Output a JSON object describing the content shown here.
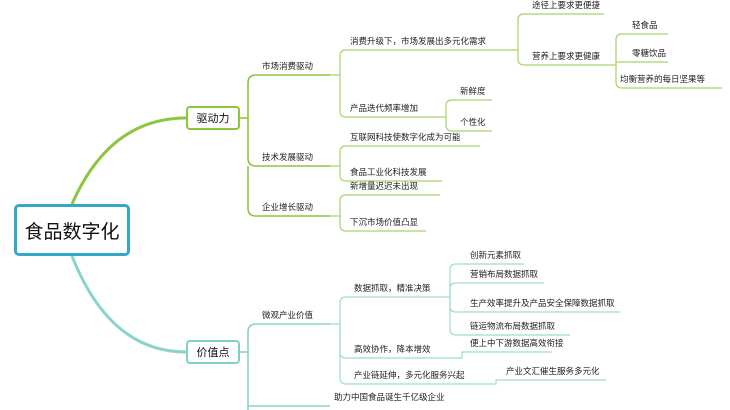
{
  "root": {
    "label": "食品数字化"
  },
  "driver": {
    "label": "驱动力",
    "market": {
      "label": "市场消费驱动",
      "upgrade": {
        "label": "消费升级下，市场发展出多元化需求",
        "convenience": "途径上要求更便捷",
        "health": {
          "label": "营养上要求更健康",
          "items": [
            "轻食品",
            "零糖饮品",
            "均衡营养的每日坚果等"
          ]
        }
      },
      "iteration": {
        "label": "产品迭代频率增加",
        "items": [
          "新鲜度",
          "个性化"
        ]
      }
    },
    "tech": {
      "label": "技术发展驱动",
      "items": [
        "互联网科技使数字化成为可能",
        "食品工业化科技发展"
      ]
    },
    "enterprise": {
      "label": "企业增长驱动",
      "items": [
        "新增量迟迟未出现",
        "下沉市场价值凸显"
      ]
    }
  },
  "value": {
    "label": "价值点",
    "micro": {
      "label": "微观产业价值",
      "data": {
        "label": "数据抓取，精准决策",
        "items": [
          "创新元素抓取",
          "营销布局数据抓取",
          "生产效率提升及产品安全保障数据抓取",
          "链运物流布局数据抓取"
        ]
      },
      "collab": {
        "label": "高效协作，降本增效",
        "item": "便上中下游数据高效衔接"
      },
      "chain": {
        "label": "产业链延伸，多元化服务兴起",
        "item": "产业文汇催生服务多元化"
      }
    },
    "macro": "助力中国食品诞生千亿级企业"
  }
}
